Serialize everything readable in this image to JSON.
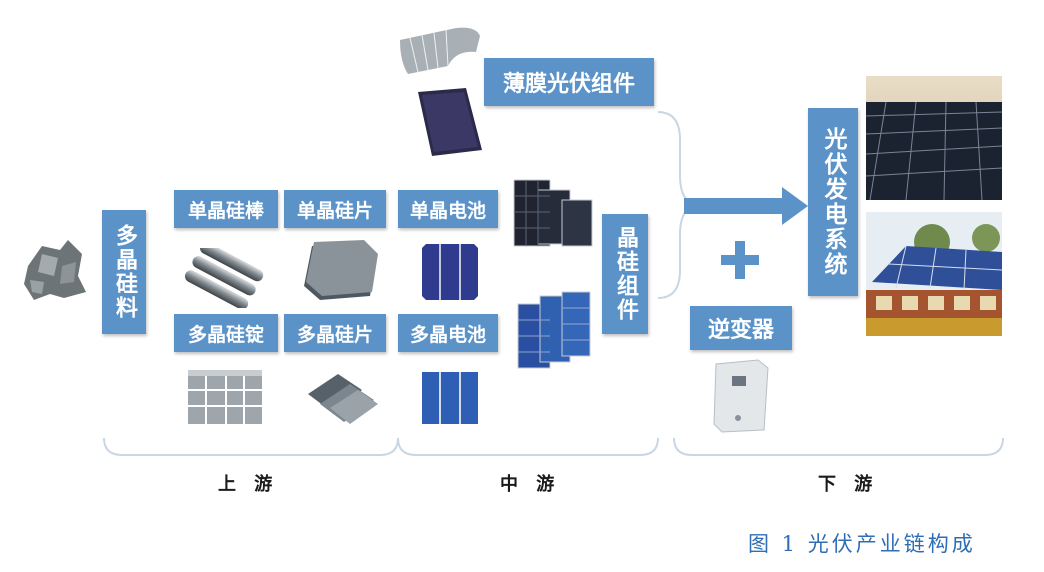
{
  "nodes": {
    "polysilicon": "多晶硅料",
    "mono_rod": "单晶硅棒",
    "mono_wafer": "单晶硅片",
    "poly_ingot": "多晶硅锭",
    "poly_wafer": "多晶硅片",
    "mono_cell": "单晶电池",
    "poly_cell": "多晶电池",
    "thin_film_module": "薄膜光伏组件",
    "crystalline_module": "晶硅组件",
    "inverter": "逆变器",
    "pv_power_system": "光伏发电系统"
  },
  "stages": {
    "upstream": "上 游",
    "midstream": "中 游",
    "downstream": "下 游"
  },
  "caption": "图 1 光伏产业链构成",
  "colors": {
    "box": "#5b93c9",
    "arrow": "#5b93c9",
    "caption": "#2f6eb5"
  }
}
